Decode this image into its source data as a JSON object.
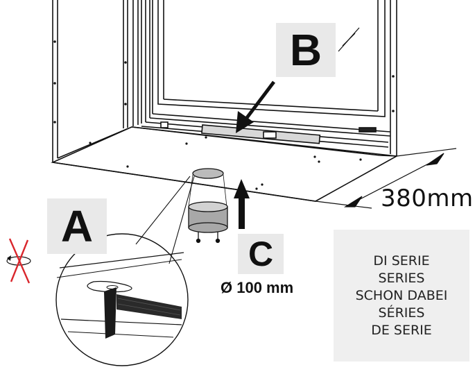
{
  "labels": {
    "b": "B",
    "a": "A",
    "c": "C",
    "dimension": "380mm",
    "diameter": "Ø 100 mm"
  },
  "series_panel": {
    "lines": [
      "DI SERIE",
      "SERIES",
      "SCHON  DABEI",
      "SÉRIES",
      "DE SERIE"
    ]
  },
  "colors": {
    "line": "#111111",
    "label_box": "#e9e9e9",
    "panel": "#efefef",
    "warning_cross": "#d9262c",
    "duct_gray": "#a8a8a8"
  },
  "icons": {
    "no-rotate": "rotation-symbol-crossed-red"
  }
}
